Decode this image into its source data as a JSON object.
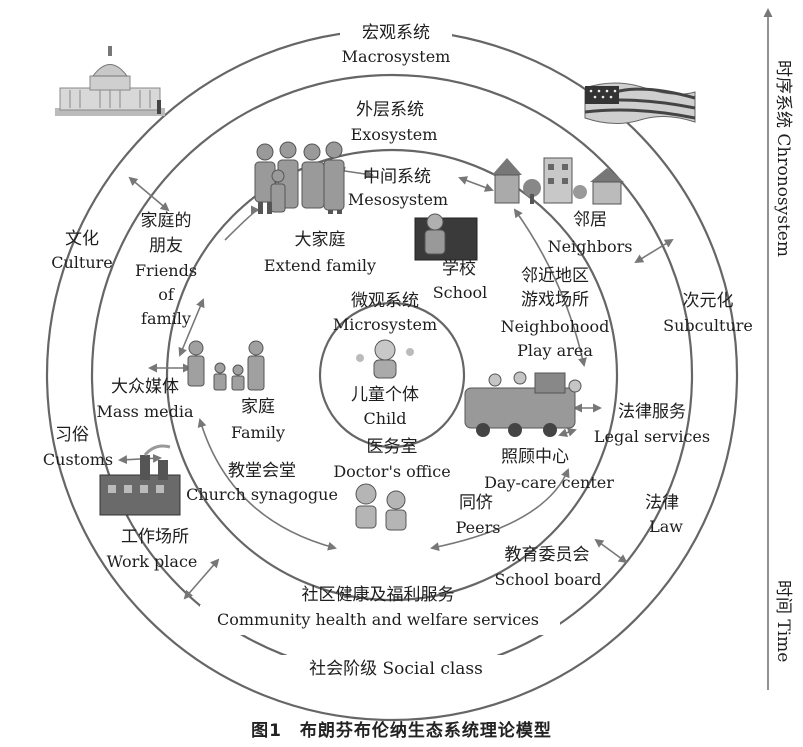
{
  "labels": {
    "macro_zh": "宏观系统",
    "macro_en": "Macrosystem",
    "exo_zh": "外层系统",
    "exo_en": "Exosystem",
    "meso_zh": "中间系统",
    "meso_en": "Mesosystem",
    "micro_zh": "微观系统",
    "micro_en": "Microsystem",
    "child_zh": "儿童个体",
    "child_en": "Child",
    "culture_zh": "文化",
    "culture_en": "Culture",
    "friends_zh1": "家庭的",
    "friends_zh2": "朋友",
    "friends_en1": "Friends",
    "friends_en2": "of",
    "friends_en3": "family",
    "extend_zh": "大家庭",
    "extend_en": "Extend family",
    "school_zh": "学校",
    "school_en": "School",
    "neighbors_zh": "邻居",
    "neighbors_en": "Neighbors",
    "play_zh1": "邻近地区",
    "play_zh2": "游戏场所",
    "play_en1": "Neighbohood",
    "play_en2": "Play area",
    "subculture_zh": "次元化",
    "subculture_en": "Subculture",
    "mass_zh": "大众媒体",
    "mass_en": "Mass media",
    "family_zh": "家庭",
    "family_en": "Family",
    "customs_zh": "习俗",
    "customs_en": "Customs",
    "legal_zh": "法律服务",
    "legal_en": "Legal services",
    "doctor_zh": "医务室",
    "doctor_en": "Doctor's office",
    "church_zh": "教堂会堂",
    "church_en": "Church synagogue",
    "daycare_zh": "照顾中心",
    "daycare_en": "Day-care center",
    "peers_zh": "同侪",
    "peers_en": "Peers",
    "law_zh": "法律",
    "law_en": "Law",
    "work_zh": "工作场所",
    "work_en": "Work place",
    "board_zh": "教育委员会",
    "board_en": "School board",
    "community_zh": "社区健康及福利服务",
    "community_en": "Community health and welfare services",
    "social_class": "社会阶级 Social class",
    "chrono": "时序系统 Chronosystem",
    "time": "时间 Time"
  },
  "caption": "图1　布朗芬布伦纳生态系统理论模型"
}
